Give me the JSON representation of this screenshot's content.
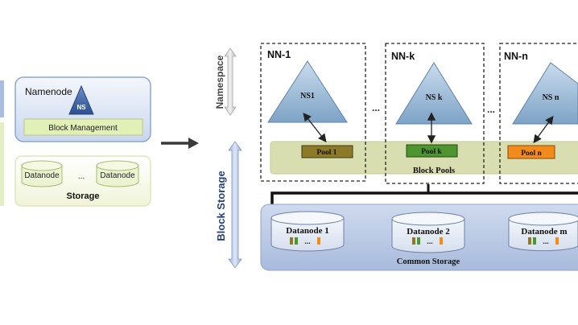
{
  "left_diagram": {
    "namenode_label": "Namenode",
    "ns_label": "NS",
    "block_management_label": "Block Management",
    "datanode_left_label": "Datanode",
    "ellipsis": "...",
    "datanode_right_label": "Datanode",
    "storage_label": "Storage"
  },
  "axis_labels": {
    "namespace": "Namespace",
    "block_storage": "Block Storage"
  },
  "namenodes": [
    {
      "title": "NN-1",
      "ns": "NS1",
      "pool": "Pool  1",
      "pool_color": "#7f6a1a"
    },
    {
      "title": "NN-k",
      "ns": "NS k",
      "pool": "Pool  k",
      "pool_color": "#3f8a25"
    },
    {
      "title": "NN-n",
      "ns": "NS n",
      "pool": "Pool  n",
      "pool_color": "#f08a1a"
    }
  ],
  "between_ellipsis": "...",
  "block_pools_label": "Block  Pools",
  "datanodes": [
    {
      "label": "Datanode 1",
      "dots": "..."
    },
    {
      "label": "Datanode 2",
      "dots": "..."
    },
    {
      "label": "Datanode m",
      "dots": "..."
    }
  ],
  "common_storage_label": "Common Storage",
  "colors": {
    "accent_blue": "#9fb3d9",
    "pool_band": "#d4dcab",
    "triangle": "#8fb1cf",
    "datanode_fill": "#dde6f3"
  }
}
